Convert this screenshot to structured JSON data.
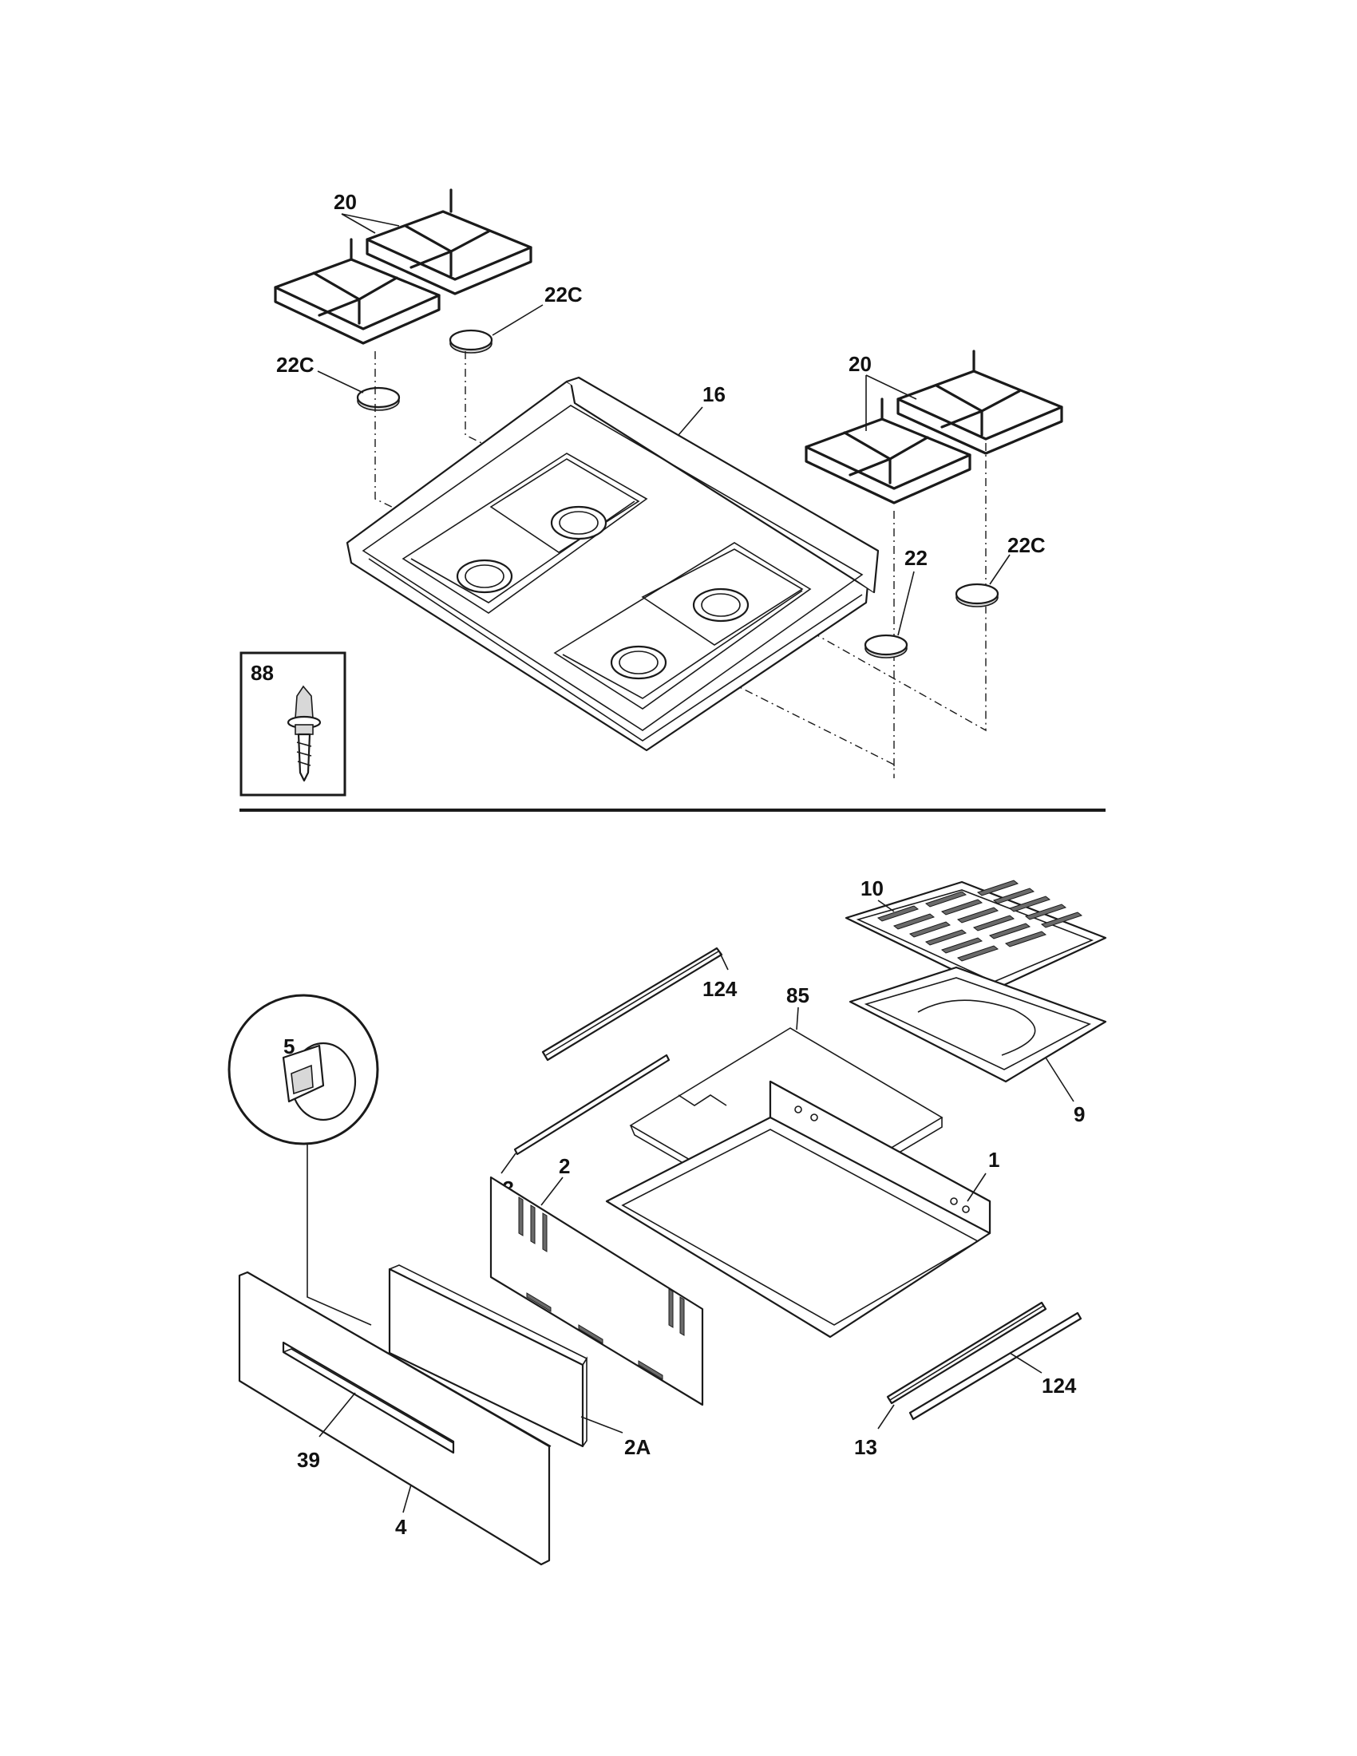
{
  "diagram": {
    "callouts": {
      "c20a": "20",
      "c22c_top": "22C",
      "c22c_left": "22C",
      "c16": "16",
      "c20b": "20",
      "c22": "22",
      "c22c_right": "22C",
      "c88": "88",
      "c10": "10",
      "c124_top": "124",
      "c85": "85",
      "c5": "5",
      "c9": "9",
      "c13_left": "13",
      "c1": "1",
      "c2": "2",
      "c124_bottom": "124",
      "c13_bottom": "13",
      "c39": "39",
      "c2a": "2A",
      "c4": "4"
    }
  }
}
